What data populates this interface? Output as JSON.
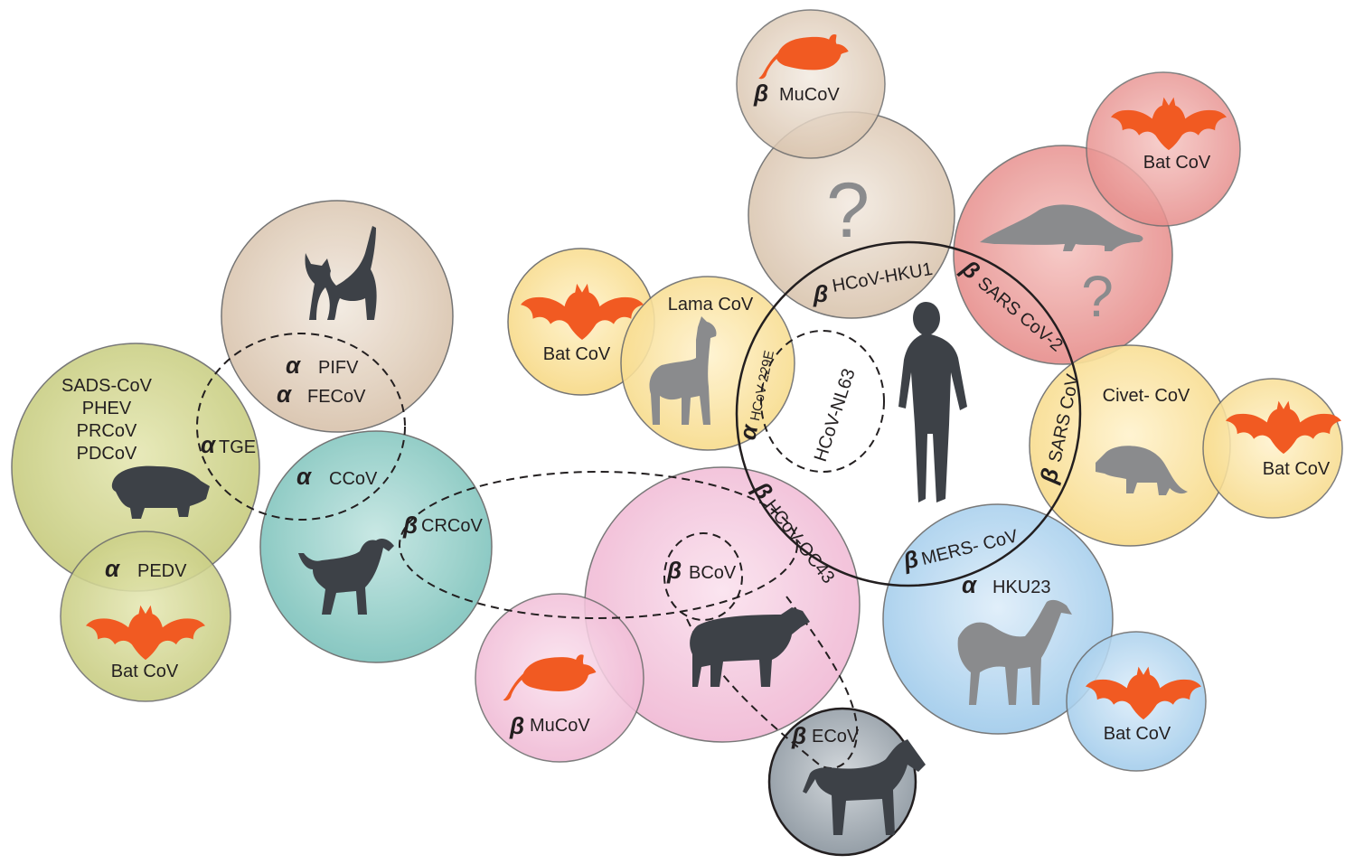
{
  "colors": {
    "tan": "#e2d2c2",
    "olive": "#cfd48f",
    "teal": "#8fcfc9",
    "yellow": "#fbe3a0",
    "pink": "#f4c4dd",
    "red": "#ec9b9b",
    "blue": "#b3d6ef",
    "slate": "#a7b0b8",
    "bat": "#f15a22",
    "silhouette": "#3d4147"
  },
  "groups": {
    "pig": {
      "viruses": [
        "SADS-CoV",
        "PHEV",
        "PRCoV",
        "PDCoV"
      ],
      "icon": "pig-icon"
    },
    "cat": {
      "alpha_symbol": "α",
      "pifv": "PIFV",
      "fecov": "FECoV",
      "icon": "cat-icon"
    },
    "tge": {
      "alpha_symbol": "α",
      "label": "TGE"
    },
    "dog": {
      "alpha_symbol": "α",
      "ccov": "CCoV",
      "icon": "dog-icon"
    },
    "pedv": {
      "alpha_symbol": "α",
      "label": "PEDV"
    },
    "bat_left": {
      "label": "Bat CoV",
      "icon": "bat-icon"
    },
    "crcov": {
      "beta_symbol": "β",
      "label": "CRCoV"
    },
    "bat_lama": {
      "label": "Bat CoV",
      "icon": "bat-icon"
    },
    "lama": {
      "label": "Lama CoV",
      "icon": "llama-icon"
    },
    "hcov229e": {
      "alpha_symbol": "α",
      "label": "HCoV-229E"
    },
    "hcovnl63": {
      "label": "HCoV-NL63"
    },
    "mucov_top": {
      "beta_symbol": "β",
      "label": "MuCoV",
      "icon": "rat-icon"
    },
    "unknown": {
      "mark": "?",
      "beta_symbol": "β",
      "label": "HCoV-HKU1"
    },
    "bat_top_right": {
      "label": "Bat CoV",
      "icon": "bat-icon"
    },
    "pangolin": {
      "beta_symbol": "β",
      "label": "SARS CoV-2",
      "mark": "?",
      "icon": "pangolin-icon"
    },
    "human": {
      "icon": "human-icon"
    },
    "civet": {
      "label": "Civet- CoV",
      "beta_symbol": "β",
      "sars": "SARS CoV",
      "icon": "civet-icon"
    },
    "bat_far_right": {
      "label": "Bat CoV",
      "icon": "bat-icon"
    },
    "cow": {
      "beta_symbol": "β",
      "bcov": "BCoV",
      "oc43": "HCoV-OC43",
      "icon": "cow-icon"
    },
    "mucov_bottom": {
      "beta_symbol": "β",
      "label": "MuCoV",
      "icon": "rat-icon"
    },
    "horse": {
      "beta_symbol": "β",
      "label": "ECoV",
      "icon": "horse-icon"
    },
    "camel": {
      "beta_symbol": "β",
      "mers": "MERS- CoV",
      "alpha_symbol": "α",
      "hku23": "HKU23",
      "icon": "camel-icon"
    },
    "bat_bottom_right": {
      "label": "Bat CoV",
      "icon": "bat-icon"
    }
  }
}
